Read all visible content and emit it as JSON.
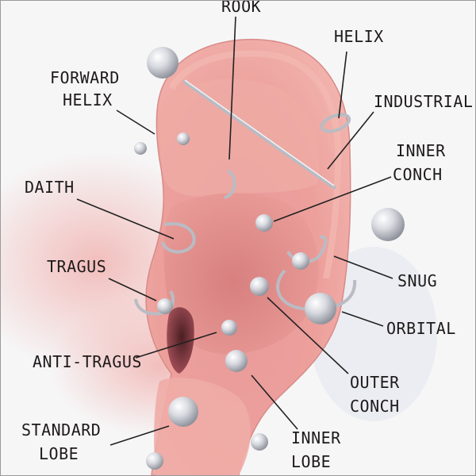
{
  "labels": {
    "rook": "ROOK",
    "helix": "HELIX",
    "forward_helix": [
      "FORWARD",
      "HELIX"
    ],
    "industrial": "INDUSTRIAL",
    "inner_conch": [
      "INNER",
      "CONCH"
    ],
    "daith": "DAITH",
    "snug": "SNUG",
    "tragus": "TRAGUS",
    "orbital": "ORBITAL",
    "anti_tragus": "ANTI-TRAGUS",
    "outer_conch": [
      "OUTER",
      "CONCH"
    ],
    "standard_lobe": [
      "STANDARD",
      "LOBE"
    ],
    "inner_lobe": [
      "INNER",
      "LOBE"
    ]
  }
}
